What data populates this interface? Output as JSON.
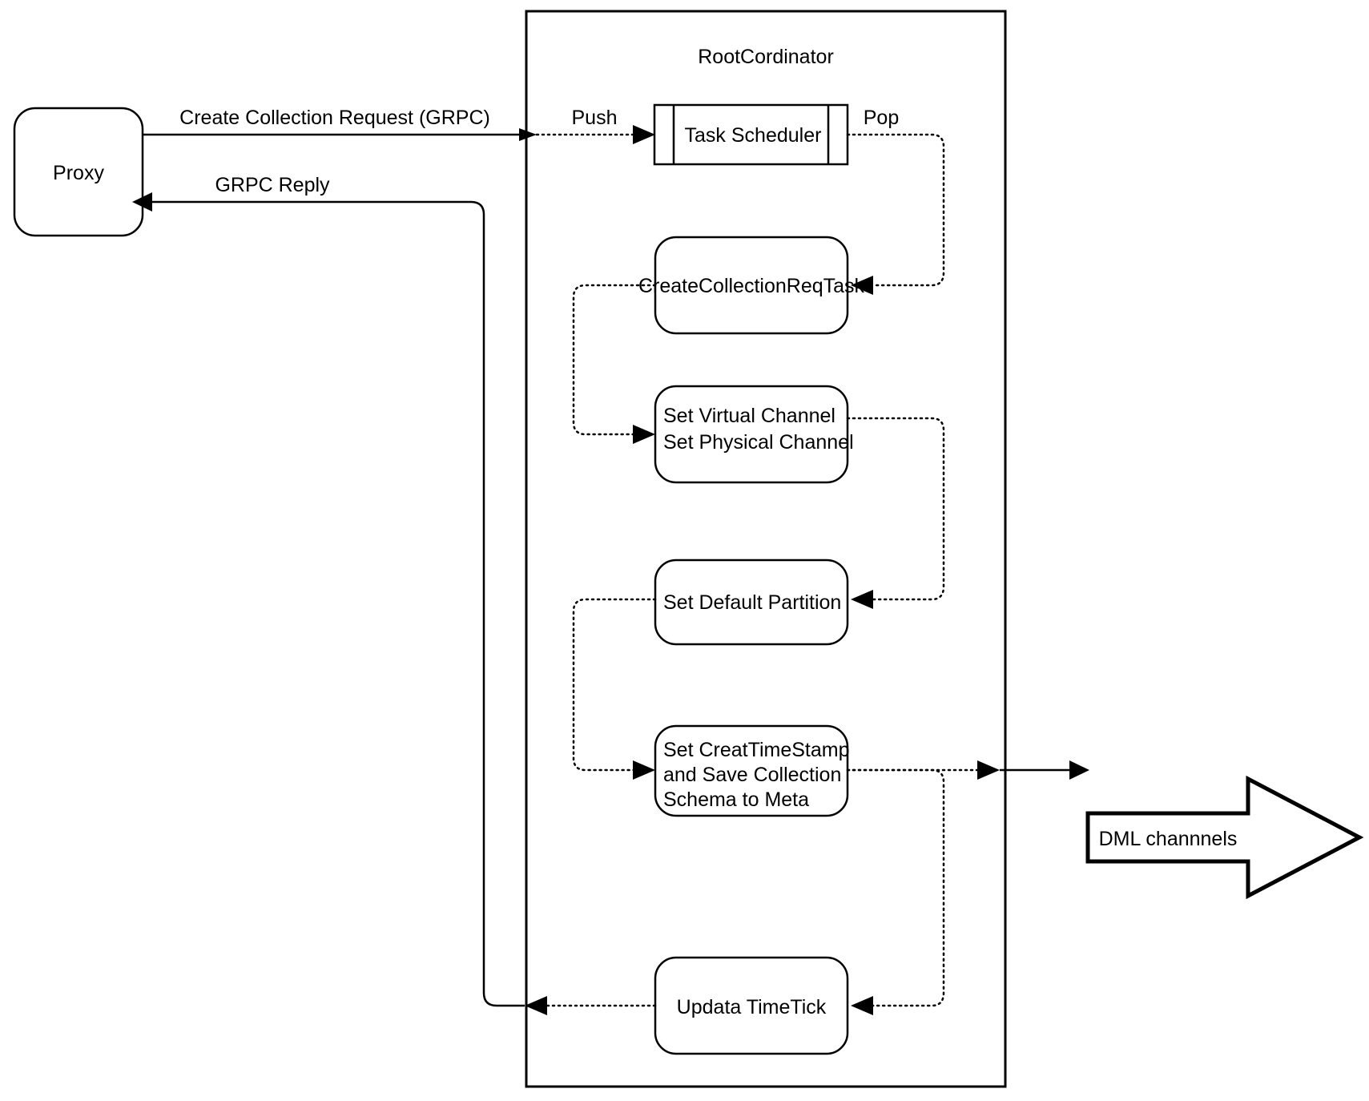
{
  "diagram": {
    "type": "flowchart",
    "title_visible": false,
    "nodes": {
      "proxy": {
        "label": "Proxy",
        "shape": "rounded-rect"
      },
      "container": {
        "label": "RootCordinator",
        "shape": "rect"
      },
      "task_scheduler": {
        "label": "Task Scheduler",
        "shape": "queue"
      },
      "create_collection_req_task": {
        "label": "CreateCollectionReqTask",
        "shape": "rounded-rect"
      },
      "set_channels": {
        "label_line1": "Set Virtual Channel",
        "label_line2": "Set Physical Channel",
        "shape": "rounded-rect"
      },
      "set_default_partition": {
        "label": "Set Default Partition",
        "shape": "rounded-rect"
      },
      "set_create_timestamp": {
        "label_line1": "Set CreatTimeStamp",
        "label_line2": "and Save Collection",
        "label_line3": "Schema to Meta",
        "shape": "rounded-rect"
      },
      "updata_timetick": {
        "label": "Updata TimeTick",
        "shape": "rounded-rect"
      },
      "dml_channels": {
        "label": "DML channnels",
        "shape": "block-arrow"
      }
    },
    "edges": {
      "create_collection_request": {
        "label": "Create Collection Request (GRPC)",
        "style": "solid"
      },
      "grpc_reply": {
        "label": "GRPC Reply",
        "style": "solid"
      },
      "push": {
        "label": "Push",
        "style": "dotted"
      },
      "pop": {
        "label": "Pop",
        "style": "dotted"
      }
    },
    "colors": {
      "stroke": "#000000",
      "fill": "#ffffff",
      "background": "#ffffff"
    }
  }
}
